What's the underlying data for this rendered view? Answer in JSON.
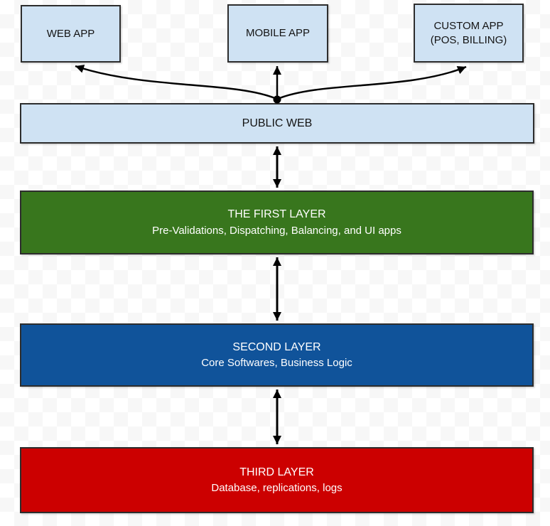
{
  "diagram": {
    "top_apps": [
      {
        "id": "web-app",
        "lines": [
          "WEB APP"
        ]
      },
      {
        "id": "mobile-app",
        "lines": [
          "MOBILE APP"
        ]
      },
      {
        "id": "custom-app",
        "lines": [
          "CUSTOM APP",
          "(POS, BILLING)"
        ]
      }
    ],
    "public_web": {
      "label": "PUBLIC WEB"
    },
    "layers": [
      {
        "title": "THE FIRST LAYER",
        "subtitle": "Pre-Validations, Dispatching, Balancing, and UI apps",
        "color": "#38761d"
      },
      {
        "title": "SECOND LAYER",
        "subtitle": "Core Softwares, Business Logic",
        "color": "#10539a"
      },
      {
        "title": "THIRD LAYER",
        "subtitle": "Database, replications, logs",
        "color": "#cc0000"
      }
    ],
    "colors": {
      "app_box_bg": "#cfe2f3",
      "public_web_bg": "#cfe2f3",
      "arrow": "#000000"
    }
  }
}
